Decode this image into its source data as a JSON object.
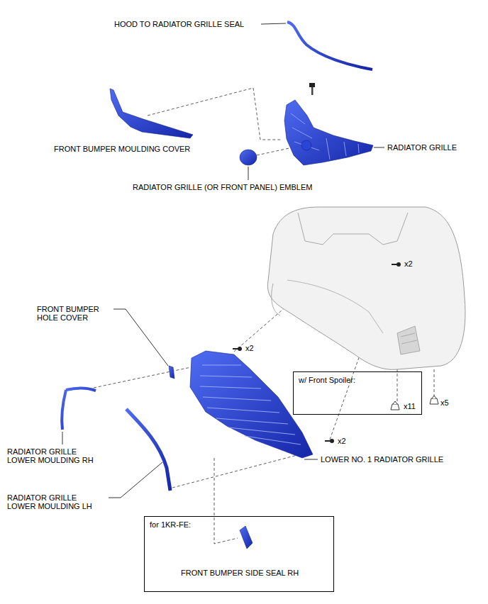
{
  "diagram": {
    "nodes": [
      {
        "text": [
          "w/ Front Spoiler:",
          "x11"
        ]
      },
      {
        "text": [
          "for 1KR-FE:",
          "FRONT BUMPER SIDE SEAL RH"
        ]
      }
    ],
    "labels": [
      "HOOD TO RADIATOR GRILLE SEAL",
      "FRONT BUMPER MOULDING COVER",
      "RADIATOR GRILLE",
      "RADIATOR GRILLE (OR FRONT PANEL) EMBLEM",
      "x2",
      "FRONT BUMPER HOLE COVER",
      "x2",
      "x5",
      "RADIATOR GRILLE LOWER MOULDING RH",
      "x2",
      "LOWER NO. 1 RADIATOR GRILLE",
      "RADIATOR GRILLE LOWER MOULDING LH"
    ]
  }
}
